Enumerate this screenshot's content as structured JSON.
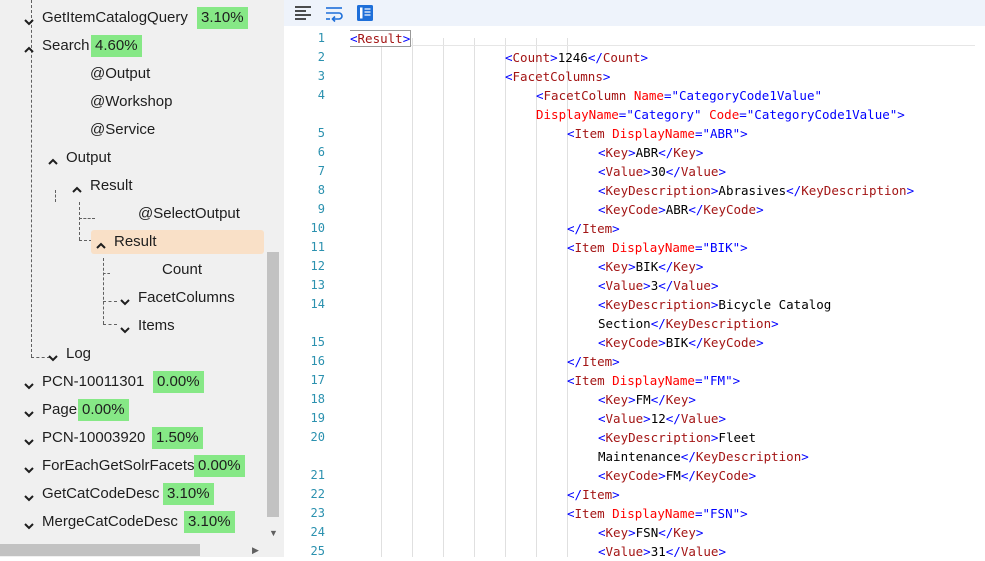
{
  "tree": {
    "nodes": [
      {
        "label": "GetItemCatalogQuery",
        "pct": "3.10%",
        "expanded": false
      },
      {
        "label": "Search",
        "pct": "4.60%",
        "expanded": true
      },
      {
        "label": "@Output"
      },
      {
        "label": "@Workshop"
      },
      {
        "label": "@Service"
      },
      {
        "label": "Output",
        "expanded": true
      },
      {
        "label": "Result",
        "expanded": true
      },
      {
        "label": "@SelectOutput"
      },
      {
        "label": "Result",
        "expanded": true,
        "selected": true
      },
      {
        "label": "Count"
      },
      {
        "label": "FacetColumns",
        "expanded": false
      },
      {
        "label": "Items",
        "expanded": false
      },
      {
        "label": "Log",
        "expanded": false
      },
      {
        "label": "PCN-10011301",
        "pct": "0.00%",
        "expanded": false
      },
      {
        "label": "Page",
        "pct": "0.00%",
        "expanded": false
      },
      {
        "label": "PCN-10003920",
        "pct": "1.50%",
        "expanded": false
      },
      {
        "label": "ForEachGetSolrFacets",
        "pct": "0.00%",
        "expanded": false
      },
      {
        "label": "GetCatCodeDesc",
        "pct": "3.10%",
        "expanded": false
      },
      {
        "label": "MergeCatCodeDesc",
        "pct": "3.10%",
        "expanded": false
      }
    ]
  },
  "toolbar": {
    "icons": [
      "align-left-icon",
      "word-wrap-icon",
      "document-view-icon"
    ]
  },
  "editor": {
    "line_numbers": [
      "1",
      "2",
      "3",
      "4",
      "5",
      "6",
      "7",
      "8",
      "9",
      "10",
      "11",
      "12",
      "13",
      "14",
      "15",
      "16",
      "17",
      "18",
      "19",
      "20",
      "21",
      "22",
      "23",
      "24",
      "25"
    ],
    "lines": [
      {
        "num": "1",
        "text": "<Result>"
      },
      {
        "num": "2",
        "text": "<Count>1246</Count>"
      },
      {
        "num": "3",
        "text": "<FacetColumns>"
      },
      {
        "num": "4",
        "text": "<FacetColumn Name=\"CategoryCode1Value\""
      },
      {
        "num": "",
        "text": "DisplayName=\"Category\" Code=\"CategoryCode1Value\">"
      },
      {
        "num": "5",
        "text": "<Item DisplayName=\"ABR\">"
      },
      {
        "num": "6",
        "text": "<Key>ABR</Key>"
      },
      {
        "num": "7",
        "text": "<Value>30</Value>"
      },
      {
        "num": "8",
        "text": "<KeyDescription>Abrasives</KeyDescription>"
      },
      {
        "num": "9",
        "text": "<KeyCode>ABR</KeyCode>"
      },
      {
        "num": "10",
        "text": "</Item>"
      },
      {
        "num": "11",
        "text": "<Item DisplayName=\"BIK\">"
      },
      {
        "num": "12",
        "text": "<Key>BIK</Key>"
      },
      {
        "num": "13",
        "text": "<Value>3</Value>"
      },
      {
        "num": "14",
        "text": "<KeyDescription>Bicycle Catalog"
      },
      {
        "num": "",
        "text": "Section</KeyDescription>"
      },
      {
        "num": "15",
        "text": "<KeyCode>BIK</KeyCode>"
      },
      {
        "num": "16",
        "text": "</Item>"
      },
      {
        "num": "17",
        "text": "<Item DisplayName=\"FM\">"
      },
      {
        "num": "18",
        "text": "<Key>FM</Key>"
      },
      {
        "num": "19",
        "text": "<Value>12</Value>"
      },
      {
        "num": "20",
        "text": "<KeyDescription>Fleet"
      },
      {
        "num": "",
        "text": "Maintenance</KeyDescription>"
      },
      {
        "num": "21",
        "text": "<KeyCode>FM</KeyCode>"
      },
      {
        "num": "22",
        "text": "</Item>"
      },
      {
        "num": "23",
        "text": "<Item DisplayName=\"FSN\">"
      },
      {
        "num": "24",
        "text": "<Key>FSN</Key>"
      },
      {
        "num": "25",
        "text": "<Value>31</Value>"
      }
    ]
  },
  "colors": {
    "tag": "#a31515",
    "attr_name": "#ff0000",
    "attr_value": "#0000ff",
    "line_number": "#2b91af",
    "percent_badge": "#86e886",
    "selected_node": "#f9e0c7"
  }
}
